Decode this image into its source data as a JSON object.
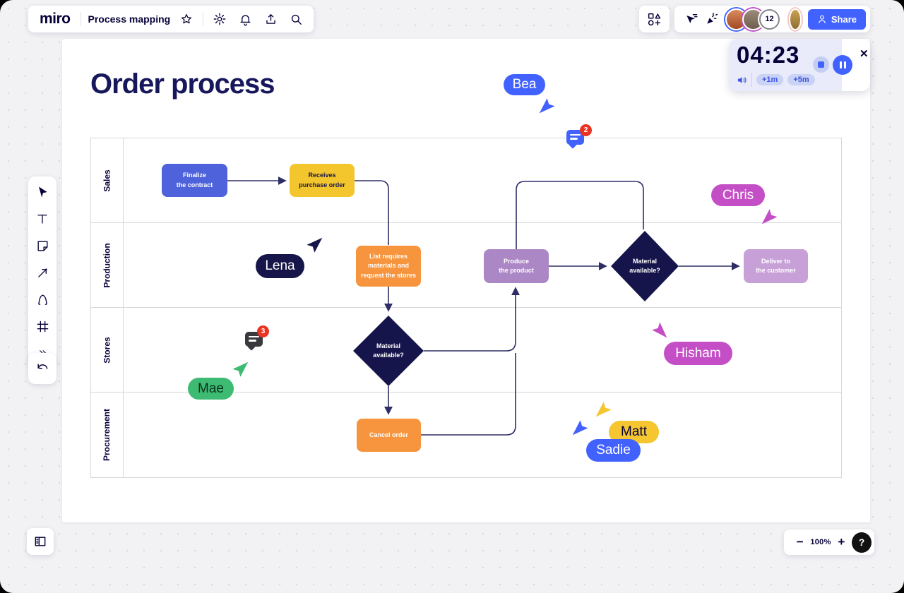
{
  "chrome": {
    "logo": "miro",
    "board_title": "Process mapping",
    "share_label": "Share",
    "collab_count": "12",
    "zoom_level": "100%",
    "zoom_out": "−",
    "zoom_in": "+",
    "help_label": "?",
    "close_label": "✕"
  },
  "timer": {
    "time": "04:23",
    "add_one_label": "+1m",
    "add_five_label": "+5m"
  },
  "frame": {
    "title": "Order process"
  },
  "lanes": [
    "Sales",
    "Production",
    "Stores",
    "Procurement"
  ],
  "nodes": {
    "finalize": {
      "label": "Finalize\nthe contract"
    },
    "receives": {
      "label": "Receives\npurchase order"
    },
    "list": {
      "label": "List requires\nmaterials and\nrequest the stores"
    },
    "produce": {
      "label": "Produce\nthe product"
    },
    "material_prod": {
      "label": "Material\navailable?"
    },
    "deliver": {
      "label": "Deliver to\nthe customer"
    },
    "material_stores": {
      "label": "Material\navailable?"
    },
    "cancel": {
      "label": "Cancel order"
    }
  },
  "cursors": {
    "bea": {
      "name": "Bea",
      "color": "#4262FF"
    },
    "lena": {
      "name": "Lena",
      "color": "#16164A"
    },
    "chris": {
      "name": "Chris",
      "color": "#C44EC6"
    },
    "hisham": {
      "name": "Hisham",
      "color": "#C44EC6"
    },
    "mae": {
      "name": "Mae",
      "color": "#3EBB72"
    },
    "matt": {
      "name": "Matt",
      "color": "#F5C62F"
    },
    "sadie": {
      "name": "Sadie",
      "color": "#4262FF"
    }
  },
  "comments": {
    "blue_count": "2",
    "dark_count": "3"
  },
  "colors": {
    "miro_blue": "#4262FF",
    "navy_text": "#050038",
    "node_blue": "#4D62DB",
    "node_yellow": "#F3C62E",
    "node_orange": "#F6953D",
    "node_purple": "#AC87C6",
    "node_purple_light": "#C7A0D8",
    "diamond_navy": "#15154B",
    "connector": "#2E2E66",
    "badge_red": "#EB3323",
    "timer_lavender": "#E9EBFA",
    "canvas_gray": "#F2F2F5"
  }
}
